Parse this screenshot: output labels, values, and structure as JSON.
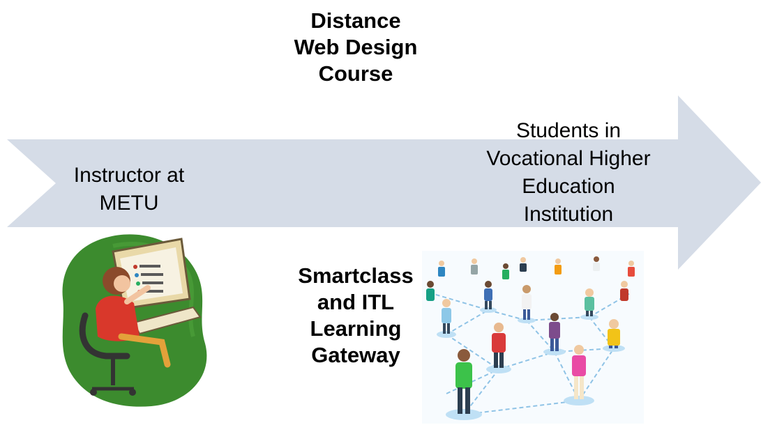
{
  "title": {
    "lines": [
      "Distance",
      "Web Design",
      "Course"
    ]
  },
  "source_label": {
    "lines": [
      "Instructor at",
      "METU"
    ]
  },
  "target_label": {
    "lines": [
      "Students in",
      "Vocational Higher",
      "Education",
      "Institution"
    ]
  },
  "platform_label": {
    "lines": [
      "Smartclass",
      "and ITL",
      "Learning",
      "Gateway"
    ]
  },
  "colors": {
    "arrow_fill": "#D5DCE7",
    "blob_green": "#3C8B2E",
    "network_line": "#8FC3E6"
  },
  "icons": {
    "instructor": "instructor-at-computer-illustration",
    "students": "students-network-illustration"
  }
}
